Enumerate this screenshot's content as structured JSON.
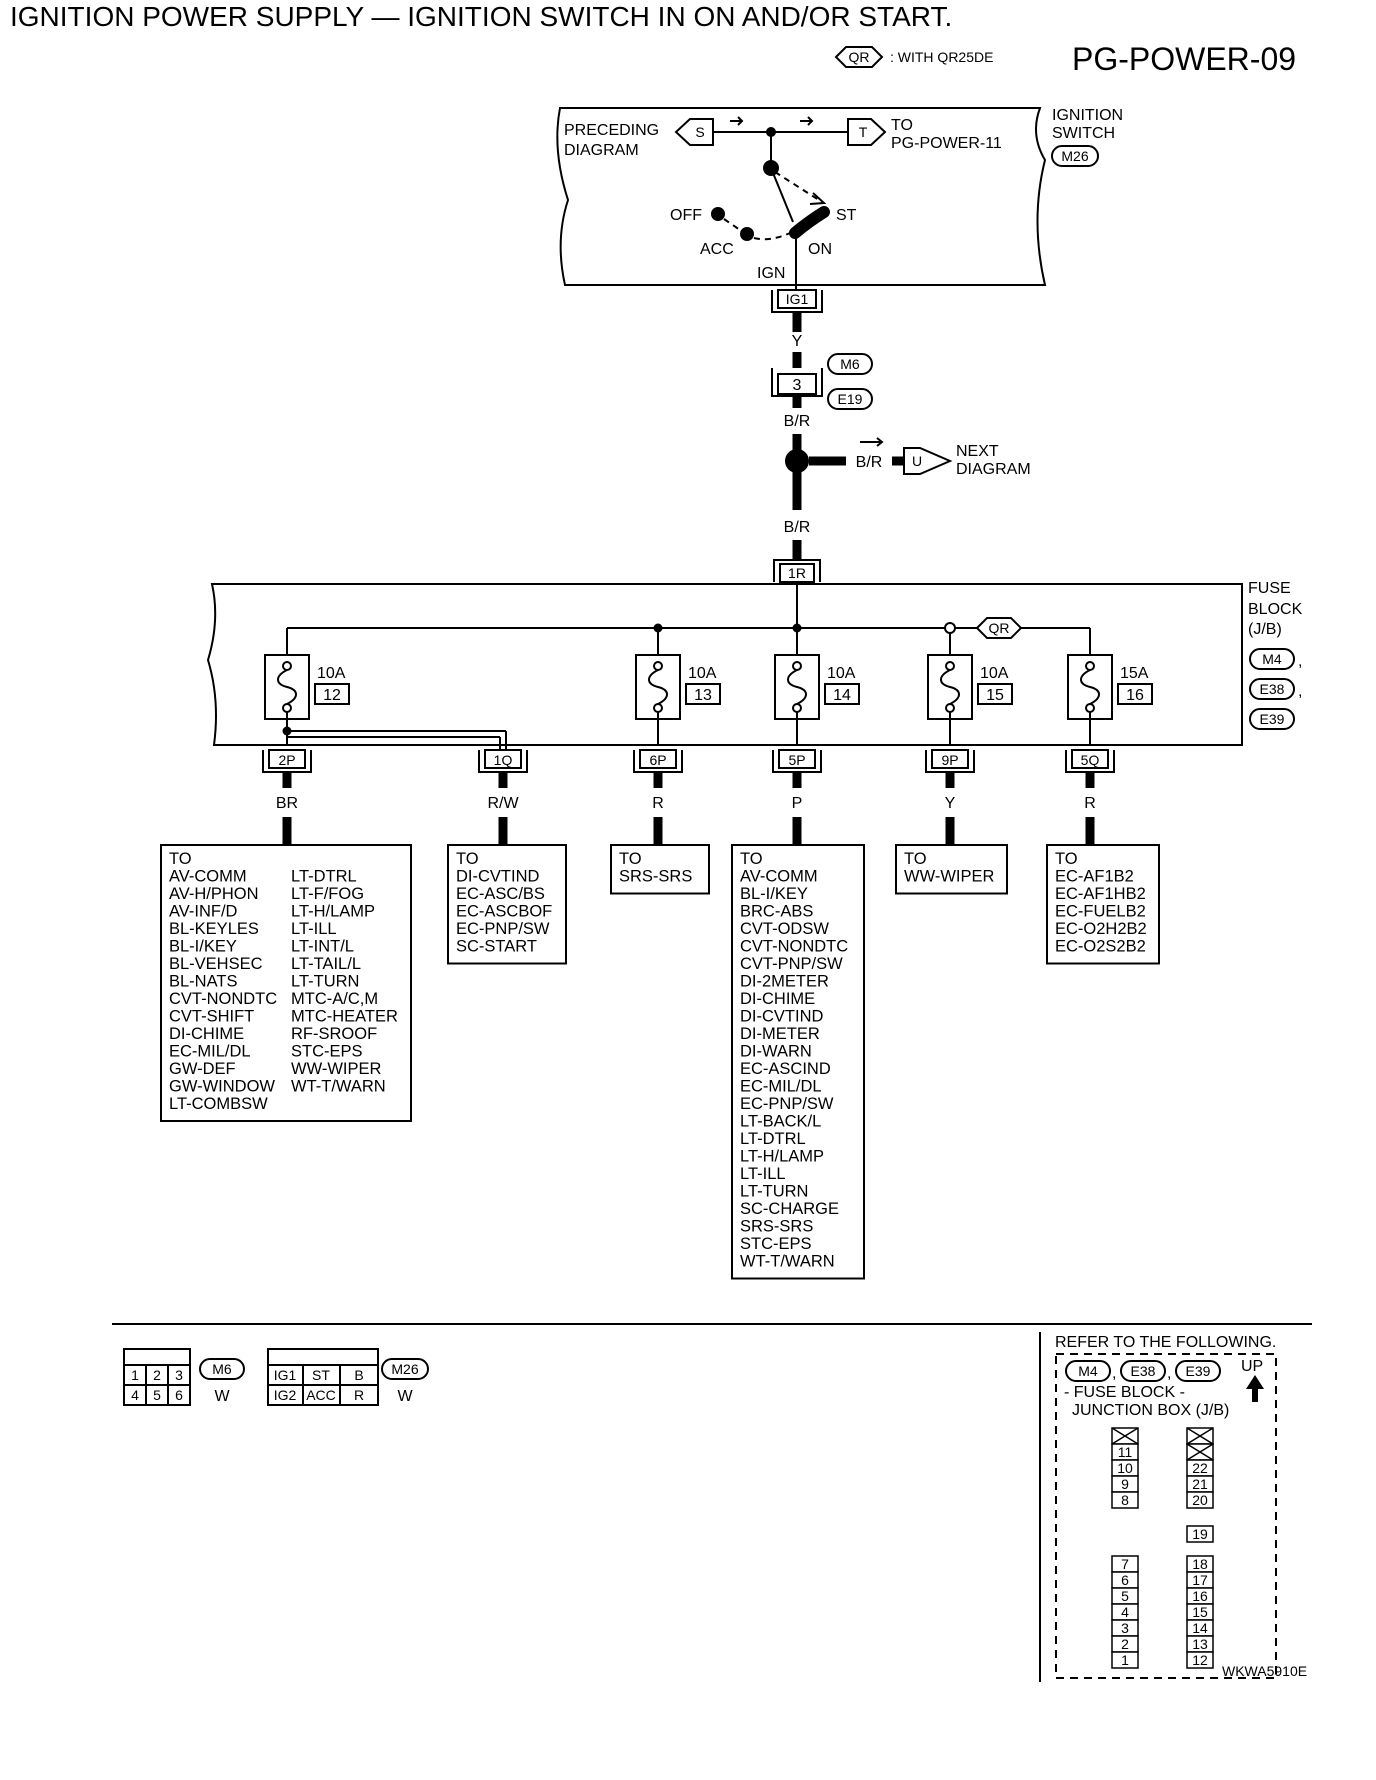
{
  "title": "IGNITION POWER SUPPLY — IGNITION SWITCH IN ON AND/OR START.",
  "page_id": "PG-POWER-09",
  "legend": {
    "code": "QR",
    "text": ": WITH QR25DE"
  },
  "ignition_switch": {
    "title": [
      "IGNITION",
      "SWITCH"
    ],
    "connector": "M26",
    "preceding": [
      "PRECEDING",
      "DIAGRAM"
    ],
    "s_tag": "S",
    "t_tag": "T",
    "to_label": [
      "TO",
      "PG-POWER-11"
    ],
    "positions": {
      "off": "OFF",
      "acc": "ACC",
      "on": "ON",
      "st": "ST"
    },
    "ign_label": "IGN",
    "terminal": "IG1"
  },
  "wire_y": "Y",
  "joint": {
    "terminal": "3",
    "connectors": [
      "M6",
      "E19"
    ]
  },
  "wire_br_upper": "B/R",
  "next_diagram": {
    "wire": "B/R",
    "tag": "U",
    "label": [
      "NEXT",
      "DIAGRAM"
    ]
  },
  "wire_br_lower": "B/R",
  "fuse_block_input": "1R",
  "fuse_block": {
    "title": [
      "FUSE",
      "BLOCK",
      "(J/B)"
    ],
    "connectors": [
      "M4",
      "E38",
      "E39"
    ],
    "separator": ","
  },
  "fuses": [
    {
      "amp": "10A",
      "num": "12"
    },
    {
      "amp": "10A",
      "num": "13"
    },
    {
      "amp": "10A",
      "num": "14"
    },
    {
      "amp": "10A",
      "num": "15"
    },
    {
      "amp": "15A",
      "num": "16"
    }
  ],
  "outputs": [
    {
      "terminal": "2P",
      "wire": "BR"
    },
    {
      "terminal": "1Q",
      "wire": "R/W"
    },
    {
      "terminal": "6P",
      "wire": "R"
    },
    {
      "terminal": "5P",
      "wire": "P"
    },
    {
      "terminal": "9P",
      "wire": "Y"
    },
    {
      "terminal": "5Q",
      "wire": "R"
    }
  ],
  "destinations": [
    {
      "col1": [
        "TO",
        "AV-COMM",
        "AV-H/PHON",
        "AV-INF/D",
        "BL-KEYLES",
        "BL-I/KEY",
        "BL-VEHSEC",
        "BL-NATS",
        "CVT-NONDTC",
        "CVT-SHIFT",
        "DI-CHIME",
        "EC-MIL/DL",
        "GW-DEF",
        "GW-WINDOW",
        "LT-COMBSW"
      ],
      "col2": [
        "LT-DTRL",
        "LT-F/FOG",
        "LT-H/LAMP",
        "LT-ILL",
        "LT-INT/L",
        "LT-TAIL/L",
        "LT-TURN",
        "MTC-A/C,M",
        "MTC-HEATER",
        "RF-SROOF",
        "STC-EPS",
        "WW-WIPER",
        "WT-T/WARN"
      ]
    },
    {
      "col1": [
        "TO",
        "DI-CVTIND",
        "EC-ASC/BS",
        "EC-ASCBOF",
        "EC-PNP/SW",
        "SC-START"
      ]
    },
    {
      "col1": [
        "TO",
        "SRS-SRS"
      ]
    },
    {
      "col1": [
        "TO",
        "AV-COMM",
        "BL-I/KEY",
        "BRC-ABS",
        "CVT-ODSW",
        "CVT-NONDTC",
        "CVT-PNP/SW",
        "DI-2METER",
        "DI-CHIME",
        "DI-CVTIND",
        "DI-METER",
        "DI-WARN",
        "EC-ASCIND",
        "EC-MIL/DL",
        "EC-PNP/SW",
        "LT-BACK/L",
        "LT-DTRL",
        "LT-H/LAMP",
        "LT-ILL",
        "LT-TURN",
        "SC-CHARGE",
        "SRS-SRS",
        "STC-EPS",
        "WT-T/WARN"
      ]
    },
    {
      "col1": [
        "TO",
        "WW-WIPER"
      ]
    },
    {
      "col1": [
        "TO",
        "EC-AF1B2",
        "EC-AF1HB2",
        "EC-FUELB2",
        "EC-O2H2B2",
        "EC-O2S2B2"
      ]
    }
  ],
  "connector_views": [
    {
      "cells": [
        "1",
        "2",
        "3",
        "4",
        "5",
        "6"
      ],
      "connector": "M6",
      "color": "W"
    },
    {
      "cells": [
        "IG1",
        "ST",
        "B",
        "IG2",
        "ACC",
        "R"
      ],
      "connector": "M26",
      "color": "W"
    }
  ],
  "reference": {
    "title": "REFER TO THE FOLLOWING.",
    "connectors": [
      "M4",
      "E38",
      "E39"
    ],
    "separator": ",",
    "up": "UP",
    "lines": [
      "- FUSE BLOCK -",
      "JUNCTION BOX (J/B)"
    ],
    "left_top": [
      "11",
      "10",
      "9",
      "8"
    ],
    "left_bottom": [
      "7",
      "6",
      "5",
      "4",
      "3",
      "2",
      "1"
    ],
    "right_top": [
      "22",
      "21",
      "20"
    ],
    "right_mid": "19",
    "right_bottom": [
      "18",
      "17",
      "16",
      "15",
      "14",
      "13",
      "12"
    ]
  },
  "figure_code": "WKWA5910E"
}
